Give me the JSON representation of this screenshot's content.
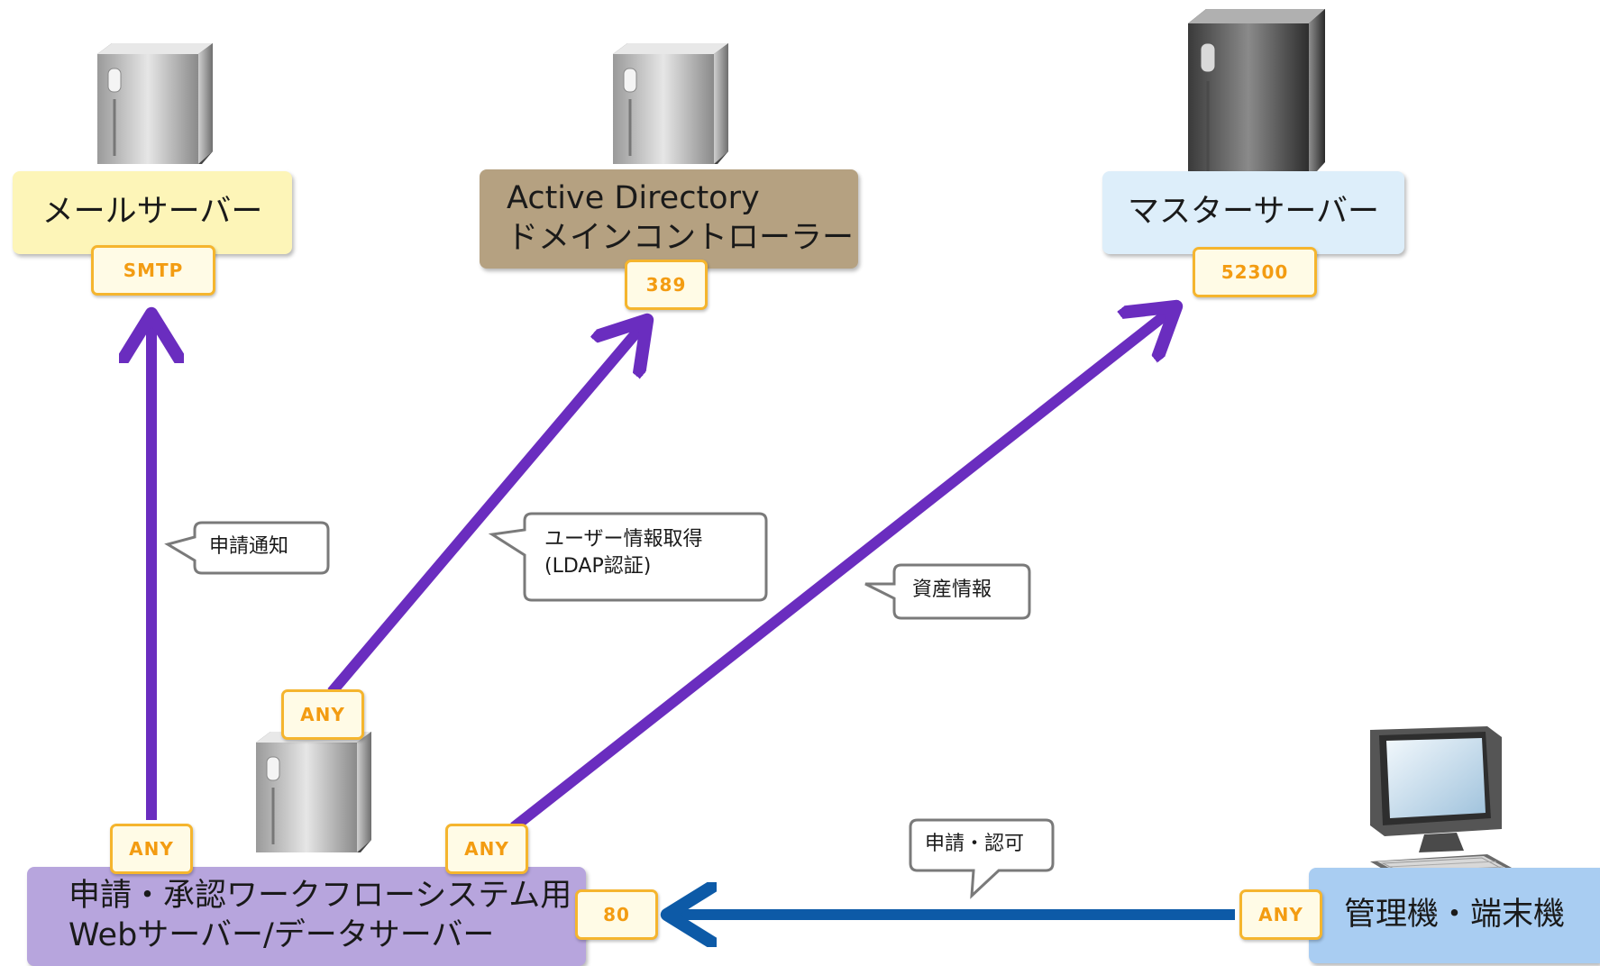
{
  "nodes": {
    "mail_server": "メールサーバー",
    "ad_line1": "Active Directory",
    "ad_line2": "ドメインコントローラー",
    "master_server": "マスターサーバー",
    "workflow_line1": "申請・承認ワークフローシステム用",
    "workflow_line2": "Webサーバー/データサーバー",
    "admin_terminal": "管理機・端末機"
  },
  "ports": {
    "smtp": "SMTP",
    "ldap": "389",
    "master": "52300",
    "http": "80",
    "any_mail": "ANY",
    "any_ad": "ANY",
    "any_master": "ANY",
    "any_terminal": "ANY"
  },
  "labels": {
    "notification": "申請通知",
    "user_info_line1": "ユーザー情報取得",
    "user_info_line2": "(LDAP認証)",
    "asset_info": "資産情報",
    "request_approval": "申請・認可"
  },
  "colors": {
    "arrow_purple": "#6a2dbf",
    "arrow_blue": "#0d5aa7",
    "mail_bg": "#fdf5b8",
    "ad_bg": "#b5a181",
    "master_bg": "#ddeefa",
    "workflow_bg": "#b7a5dd",
    "terminal_bg": "#a9cdf2",
    "port_border": "#f5b52e",
    "port_text": "#f39c12"
  },
  "icons": [
    "server-tower-icon",
    "desktop-computer-icon"
  ]
}
